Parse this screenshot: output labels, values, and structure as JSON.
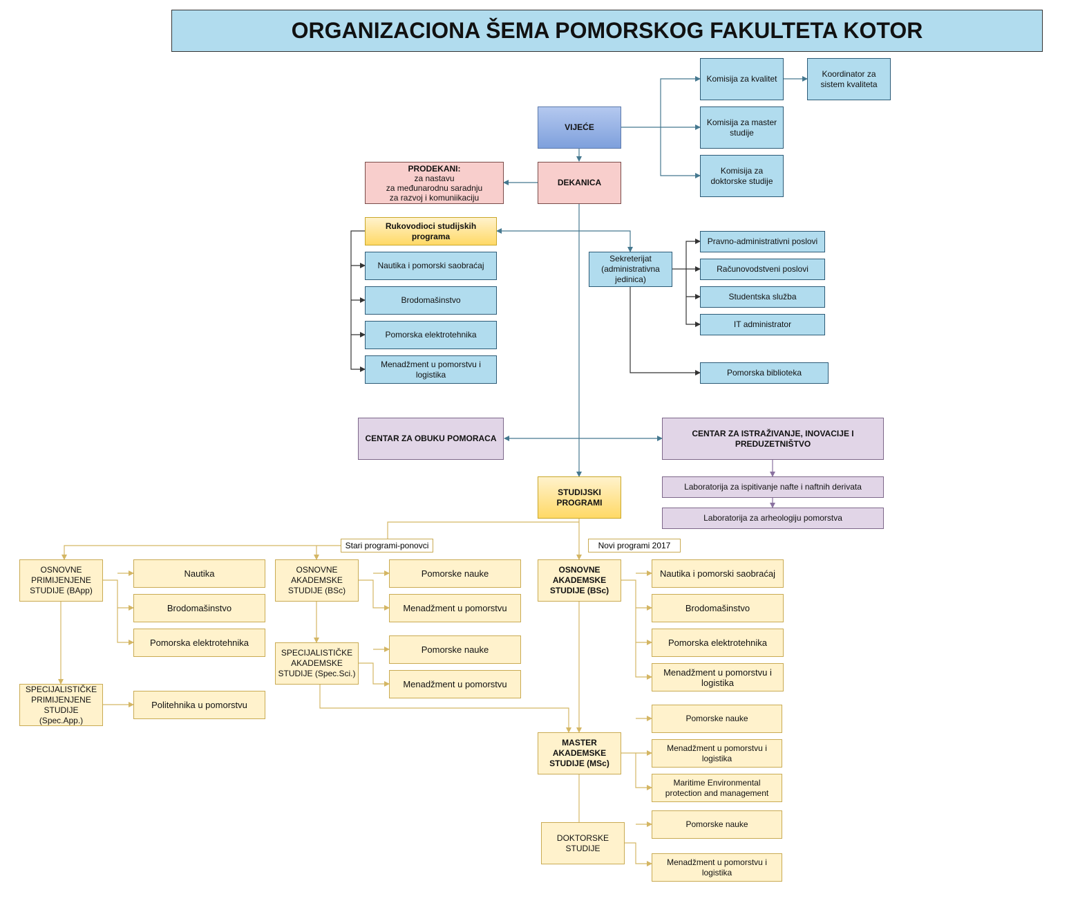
{
  "title": "ORGANIZACIONA ŠEMA POMORSKOG FAKULTETA KOTOR",
  "governance": {
    "vijece": "VIJEĆE",
    "dekanica": "DEKANICA",
    "prodekani_title": "PRODEKANI:",
    "prodekani_lines": [
      "za nastavu",
      "za međunarodnu saradnju",
      "za razvoj i komuniikaciju"
    ],
    "komisije": [
      "Komisija za kvalitet",
      "Komisija za master studije",
      "Komisija za doktorske studije"
    ],
    "koordinator": "Koordinator za sistem kvaliteta"
  },
  "rukovodioci": {
    "title": "Rukovodioci studijskih programa",
    "items": [
      "Nautika i pomorski saobraćaj",
      "Brodomašinstvo",
      "Pomorska elektrotehnika",
      "Menadžment u pomorstvu i logistika"
    ]
  },
  "sekretarijat": {
    "title": "Sekreterijat (administrativna jedinica)",
    "items": [
      "Pravno-administrativni poslovi",
      "Računovodstveni poslovi",
      "Studentska služba",
      "IT administrator"
    ],
    "biblioteka": "Pomorska biblioteka"
  },
  "centri": {
    "obuka": "CENTAR ZA OBUKU POMORACA",
    "istrazivanje": "CENTAR ZA ISTRAŽIVANJE, INOVACIJE I PREDUZETNIŠTVO",
    "laboratorije": [
      "Laboratorija za ispitivanje nafte i naftnih derivata",
      "Laboratorija za arheologiju pomorstva"
    ]
  },
  "studijski_programi": {
    "title": "STUDIJSKI PROGRAMI",
    "stari_label": "Stari programi-ponovci",
    "novi_label": "Novi programi 2017",
    "osnovne_primijenjene": "OSNOVNE PRIMIJENJENE STUDIJE (BApp)",
    "osnovne_primijenjene_items": [
      "Nautika",
      "Brodomašinstvo",
      "Pomorska elektrotehnika"
    ],
    "specijalisticke_primijenjene": "SPECIJALISTIČKE PRIMIJENJENE STUDIJE (Spec.App.)",
    "specijalisticke_primijenjene_items": [
      "Politehnika u pomorstvu"
    ],
    "osnovne_akademske_stari": "OSNOVNE AKADEMSKE STUDIJE (BSc)",
    "osnovne_akademske_stari_items": [
      "Pomorske nauke",
      "Menadžment u pomorstvu"
    ],
    "specijalisticke_akademske": "SPECIJALISTIČKE AKADEMSKE STUDIJE (Spec.Sci.)",
    "specijalisticke_akademske_items": [
      "Pomorske nauke",
      "Menadžment u pomorstvu"
    ],
    "osnovne_akademske_novi": "OSNOVNE AKADEMSKE STUDIJE (BSc)",
    "osnovne_akademske_novi_items": [
      "Nautika i pomorski saobraćaj",
      "Brodomašinstvo",
      "Pomorska elektrotehnika",
      "Menadžment u pomorstvu i logistika"
    ],
    "master": "MASTER AKADEMSKE STUDIJE (MSc)",
    "master_items": [
      "Pomorske nauke",
      "Menadžment u pomorstvu i logistika",
      "Maritime Environmental protection and management"
    ],
    "doktorske": "DOKTORSKE STUDIJE",
    "doktorske_items": [
      "Pomorske nauke",
      "Menadžment u pomorstvu i logistika"
    ]
  }
}
